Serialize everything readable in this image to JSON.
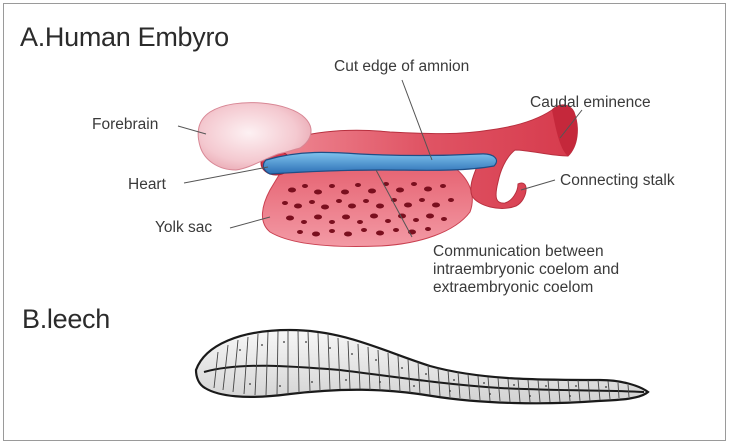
{
  "panels": {
    "a": {
      "title": "A.Human Embyro",
      "labels": {
        "cut_edge": "Cut edge of amnion",
        "caudal": "Caudal eminence",
        "forebrain": "Forebrain",
        "connecting": "Connecting stalk",
        "heart": "Heart",
        "yolk": "Yolk sac",
        "communication": "Communication between\nintraembryonic coelom and\nextraembryonic coelom"
      }
    },
    "b": {
      "title": "B.leech"
    }
  },
  "colors": {
    "border": "#9a9a9a",
    "embryo_red": "#d9404f",
    "embryo_pink": "#f3c0c8",
    "amnion_blue": "#3f8fd0",
    "leader": "#555555",
    "leech_fill": "#f0f0f0",
    "leech_outline": "#1a1a1a"
  }
}
